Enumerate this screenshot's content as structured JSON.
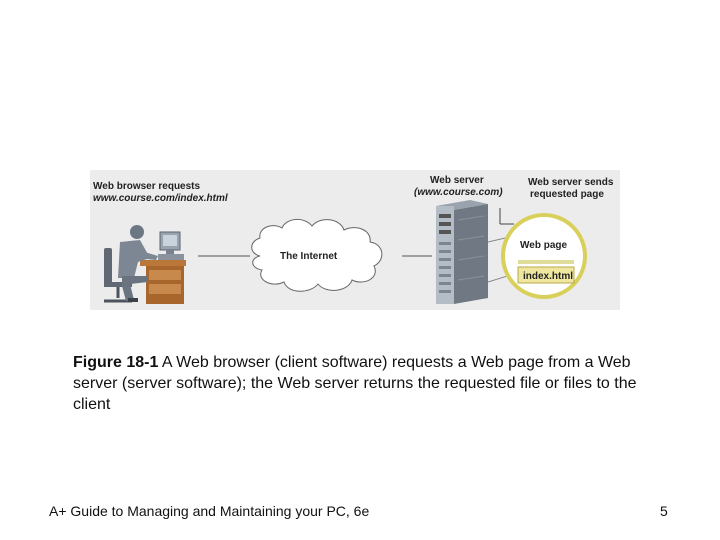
{
  "diagram": {
    "client_label_line1": "Web browser requests",
    "client_label_line2": "www.course.com/index.html",
    "server_label_line1": "Web server",
    "server_label_line2": "(www.course.com)",
    "sends_label_line1": "Web server sends",
    "sends_label_line2": "requested page",
    "internet_label": "The Internet",
    "webpage_label": "Web page",
    "file_label": "index.html"
  },
  "caption": {
    "figure_number": "Figure 18-1",
    "text": " A Web browser (client software) requests a Web page from a Web server (server software); the Web server returns the requested file or files to the client"
  },
  "footer": {
    "title": "A+ Guide to Managing and Maintaining your PC, 6e",
    "page_number": "5"
  }
}
